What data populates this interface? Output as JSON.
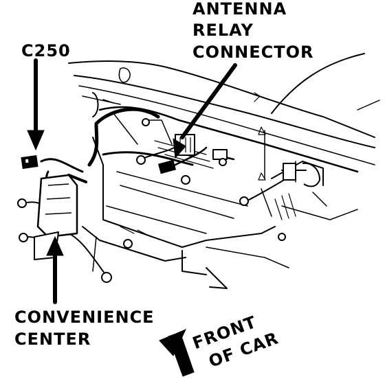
{
  "labels": {
    "c250": "C250",
    "antenna": [
      "ANTENNA",
      "RELAY",
      "CONNECTOR"
    ],
    "convenience": [
      "CONVENIENCE",
      "CENTER"
    ],
    "front": [
      "FRONT",
      "OF CAR"
    ]
  },
  "colors": {
    "ink": "#000000",
    "paper": "#ffffff"
  }
}
